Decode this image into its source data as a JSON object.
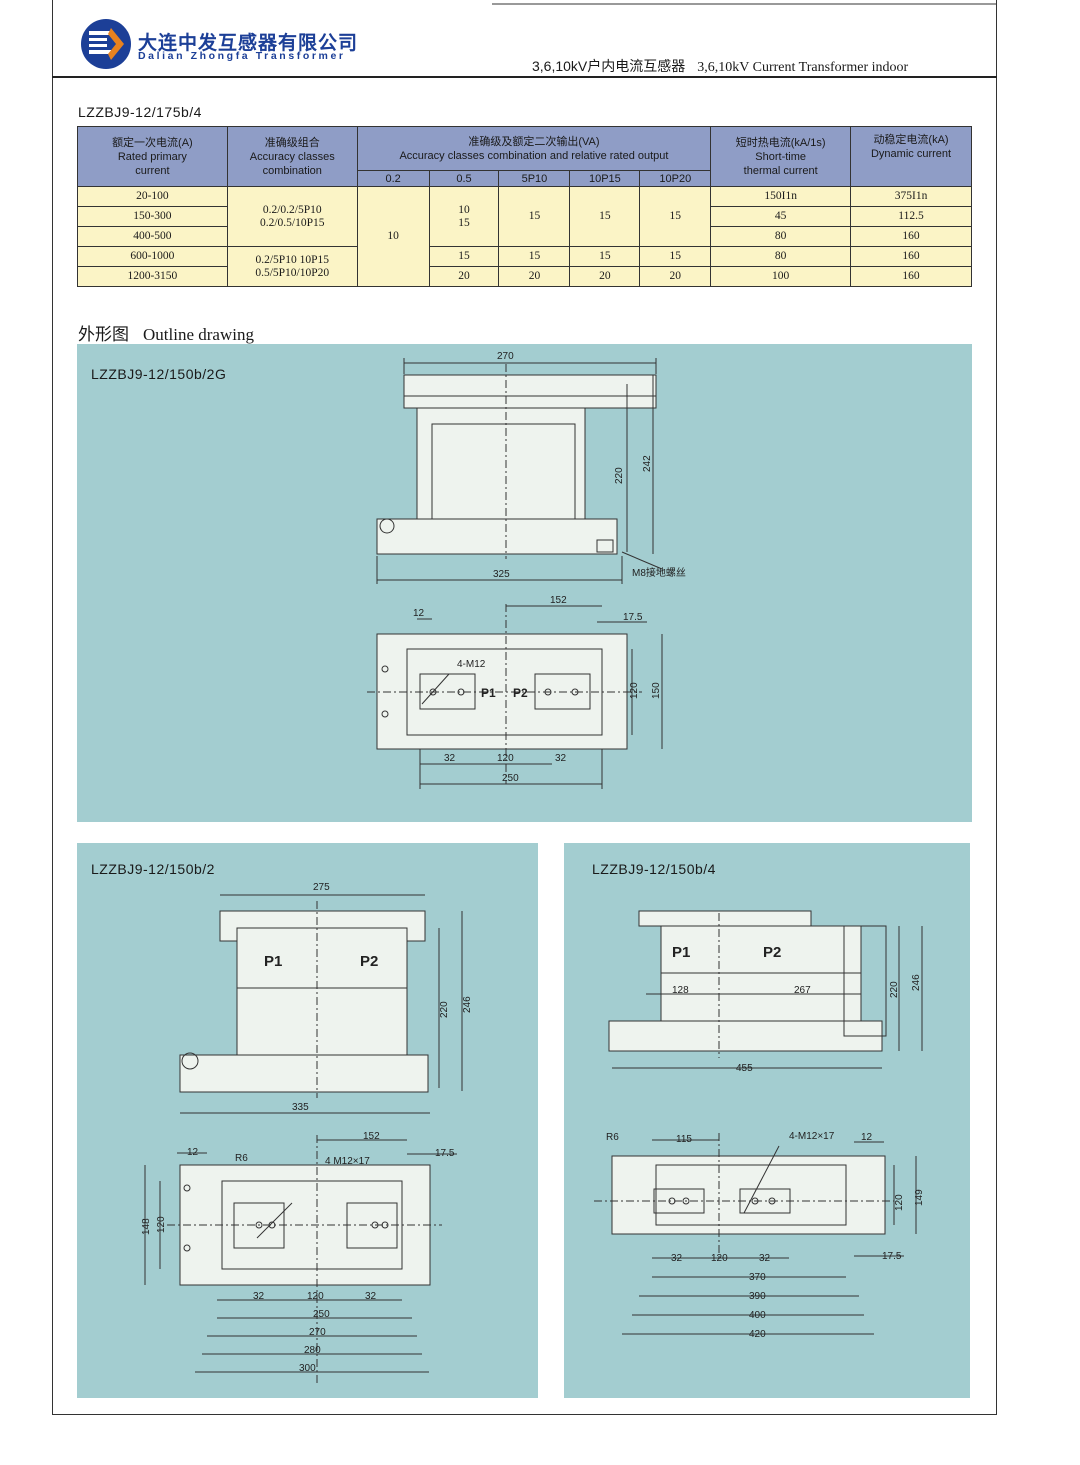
{
  "header": {
    "company_cn": "大连中发互感器有限公司",
    "company_en": "Dalian Zhongfa Transformer",
    "title_cn": "3,6,10kV户内电流互感器",
    "title_en": "3,6,10kV Current Transformer indoor",
    "logo_icon": "zhongfa-logo-icon",
    "brand_color": "#1c3f97"
  },
  "spec": {
    "model": "LZZBJ9-12/175b/4",
    "col_primary": [
      "额定一次电流(A)",
      "Rated primary",
      "current"
    ],
    "col_accuracy": [
      "准确级组合",
      "Accuracy classes",
      "combination"
    ],
    "col_output": [
      "准确级及额定二次输出(VA)",
      "Accuracy classes combination and relative rated output"
    ],
    "sub_cols": [
      "0.2",
      "0.5",
      "5P10",
      "10P15",
      "10P20"
    ],
    "col_thermal": [
      "短时热电流(kA/1s)",
      "Short-time",
      "thermal current"
    ],
    "col_dynamic": [
      "动稳定电流(kA)",
      "Dynamic current"
    ],
    "primary": [
      "20-100",
      "150-300",
      "400-500",
      "600-1000",
      "1200-3150"
    ],
    "combo_a": [
      "0.2/0.2/5P10",
      "0.2/0.5/10P15"
    ],
    "combo_b": [
      "0.2/5P10 10P15",
      "0.5/5P10/10P20"
    ],
    "out_02": "10",
    "out_05_a": [
      "10",
      "15"
    ],
    "out_5p10_a": "15",
    "out_10p15_a": "15",
    "out_10p20_a": "15",
    "row_600": [
      "15",
      "15",
      "15",
      "15"
    ],
    "row_1200": [
      "20",
      "20",
      "20",
      "20"
    ],
    "thermal": [
      "150I1n",
      "45",
      "80",
      "80",
      "100"
    ],
    "dynamic": [
      "375I1n",
      "112.5",
      "160",
      "160",
      "160"
    ],
    "header_color": "#8f9dc6",
    "cell_color": "#fbf4c6"
  },
  "outline": {
    "title_cn": "外形图",
    "title_en": "Outline drawing",
    "panel_color": "#a3cdd0"
  },
  "drawing1": {
    "title": "LZZBJ9-12/150b/2G",
    "dims": {
      "w270": "270",
      "h220": "220",
      "h242": "242",
      "w325": "325",
      "ground": "M8接地螺丝",
      "w152": "152",
      "w12": "12",
      "w175": "17.5",
      "m12": "4-M12",
      "p1": "P1",
      "p2": "P2",
      "h120": "120",
      "h150": "150",
      "w32a": "32",
      "w120": "120",
      "w32b": "32",
      "w250": "250"
    }
  },
  "drawing2": {
    "title": "LZZBJ9-12/150b/2",
    "dims": {
      "w275": "275",
      "p1": "P1",
      "p2": "P2",
      "h220": "220",
      "h246": "246",
      "w335": "335",
      "w12": "12",
      "r6": "R6",
      "w152": "152",
      "w175": "17.5",
      "m12": "4 M12×17",
      "h148": "148",
      "h120": "120",
      "w32a": "32",
      "w120": "120",
      "w32b": "32",
      "w250": "250",
      "w270": "270",
      "w280": "280",
      "w300": "300"
    }
  },
  "drawing3": {
    "title": "LZZBJ9-12/150b/4",
    "dims": {
      "p1": "P1",
      "p2": "P2",
      "w128": "128",
      "w267": "267",
      "h220": "220",
      "h246": "246",
      "w455": "455",
      "r6": "R6",
      "w115": "115",
      "m12": "4-M12×17",
      "w12": "12",
      "h120": "120",
      "h149": "149",
      "w32a": "32",
      "w120": "120",
      "w32b": "32",
      "w175": "17.5",
      "w370": "370",
      "w390": "390",
      "w400": "400",
      "w420": "420"
    }
  }
}
